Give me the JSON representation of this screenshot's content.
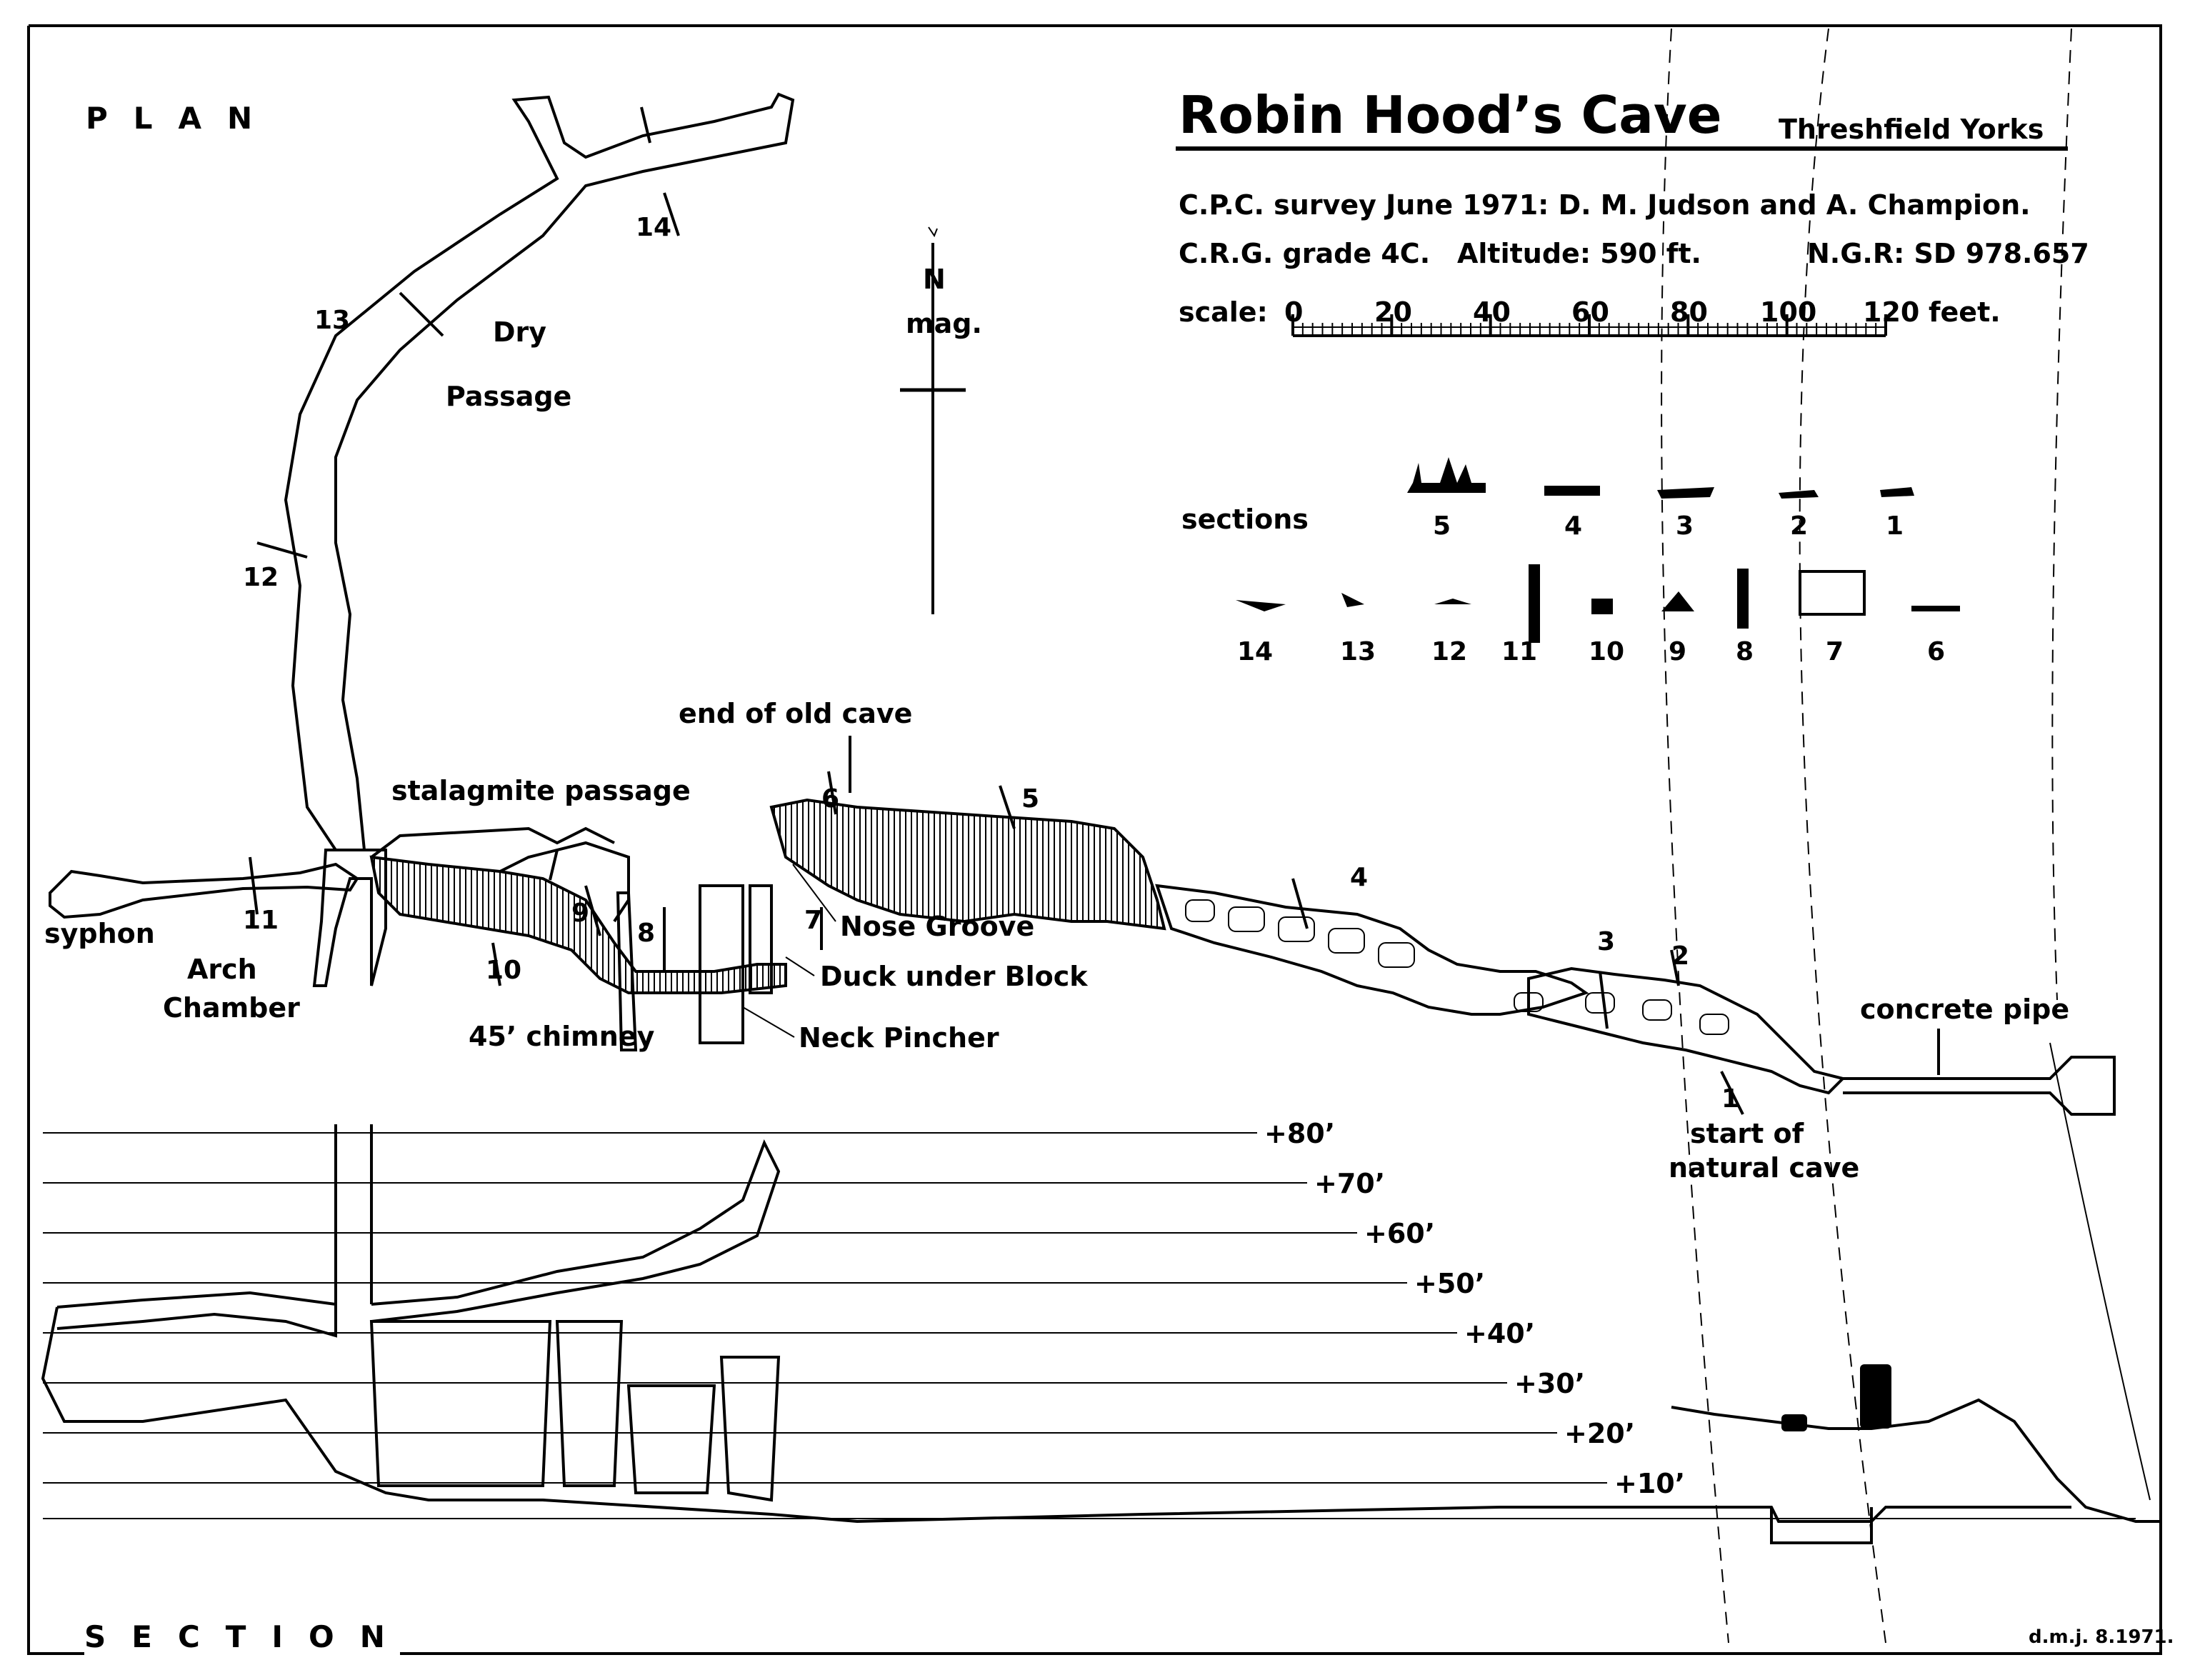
{
  "title": "Robin Hood’s Cave",
  "location": "Threshfield Yorks",
  "survey_line": "C.P.C. survey June 1971: D. M. Judson and A. Champion.",
  "grade": "C.R.G. grade 4C.",
  "altitude": "Altitude: 590 ft.",
  "ngr": "N.G.R: SD 978.657",
  "plan_label": "PLAN",
  "section_label": "SECTION",
  "signature": "d.m.j. 8.1971.",
  "north": {
    "letter": "N",
    "text": "mag."
  },
  "scale": {
    "label": "scale:",
    "ticks": [
      "0",
      "20",
      "40",
      "60",
      "80",
      "100",
      "120"
    ],
    "unit": "feet."
  },
  "sections_label": "sections",
  "section_numbers": [
    "5",
    "4",
    "3",
    "2",
    "1",
    "14",
    "13",
    "12",
    "11",
    "10",
    "9",
    "8",
    "7",
    "6"
  ],
  "plan_labels": {
    "dry": "Dry",
    "passage": "Passage",
    "syphon": "syphon",
    "arch1": "Arch",
    "arch2": "Chamber",
    "stalagmite": "stalagmite passage",
    "chimney": "45’ chimney",
    "end_old_cave": "end of old cave",
    "nose_groove": "Nose Groove",
    "duck_block": "Duck under Block",
    "neck_pincher": "Neck Pincher",
    "concrete_pipe": "concrete pipe",
    "natural1": "start of",
    "natural2": "natural cave"
  },
  "plan_section_marks": [
    "14",
    "13",
    "12",
    "11",
    "10",
    "9",
    "8",
    "7",
    "6",
    "5",
    "4",
    "3",
    "2",
    "1"
  ],
  "heights": [
    "+80’",
    "+70’",
    "+60’",
    "+50’",
    "+40’",
    "+30’",
    "+20’",
    "+10’"
  ]
}
